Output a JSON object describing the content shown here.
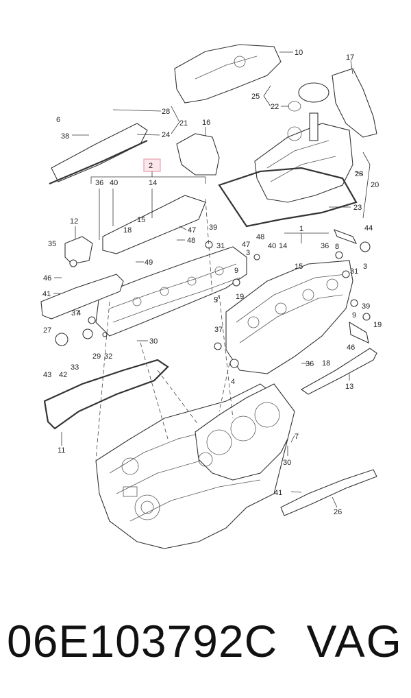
{
  "footer": {
    "part_number": "06E103792C",
    "brand": "VAG"
  },
  "callouts": {
    "c1": "1",
    "c2": "2",
    "c3a": "3",
    "c3b": "3",
    "c4a": "4",
    "c4b": "4",
    "c5": "5",
    "c6": "6",
    "c7": "7",
    "c8": "8",
    "c9a": "9",
    "c9b": "9",
    "c10": "10",
    "c11": "11",
    "c12": "12",
    "c13": "13",
    "c14a": "14",
    "c14b": "14",
    "c15a": "15",
    "c15b": "15",
    "c16": "16",
    "c17": "17",
    "c18a": "18",
    "c18b": "18",
    "c19a": "19",
    "c19b": "19",
    "c20": "20",
    "c21": "21",
    "c22": "22",
    "c23": "23",
    "c24": "24",
    "c25": "25",
    "c26": "26",
    "c27": "27",
    "c28a": "28",
    "c28b": "28",
    "c29": "29",
    "c30a": "30",
    "c30b": "30",
    "c31a": "31",
    "c31b": "31",
    "c32": "32",
    "c33": "33",
    "c35": "35",
    "c36a": "36",
    "c36b": "36",
    "c36c": "36",
    "c37a": "37",
    "c37b": "37",
    "c38": "38",
    "c39a": "39",
    "c39b": "39",
    "c40a": "40",
    "c40b": "40",
    "c41a": "41",
    "c41b": "41",
    "c42": "42",
    "c43": "43",
    "c44": "44",
    "c46a": "46",
    "c46b": "46",
    "c47a": "47",
    "c47b": "47",
    "c48a": "48",
    "c48b": "48",
    "c49": "49"
  },
  "colors": {
    "highlight_box": "#e8a0b0",
    "line": "#333333"
  }
}
